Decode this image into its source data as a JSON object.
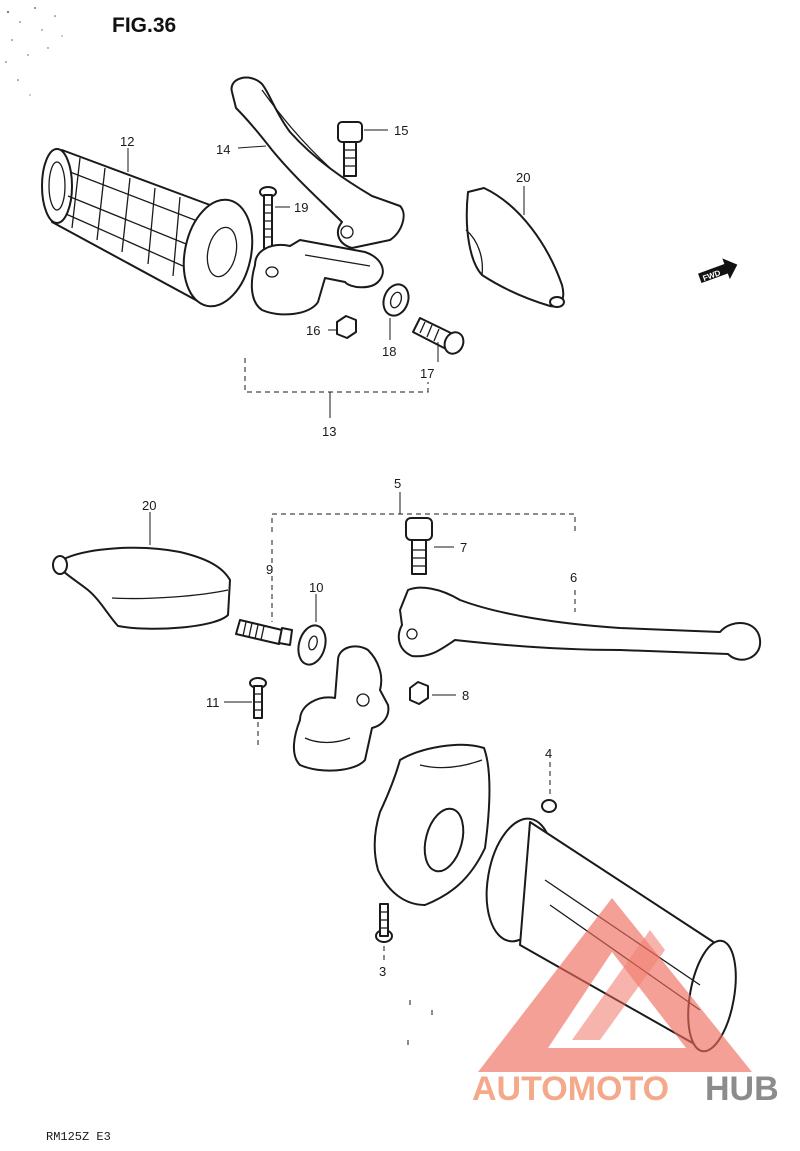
{
  "figure": {
    "title": "FIG.36",
    "model": "RM125Z  E3",
    "fwd_badge": "FWD"
  },
  "callouts": {
    "c3": "3",
    "c4": "4",
    "c5": "5",
    "c6": "6",
    "c7": "7",
    "c8": "8",
    "c9": "9",
    "c10": "10",
    "c11": "11",
    "c12": "12",
    "c13": "13",
    "c14": "14",
    "c15": "15",
    "c16": "16",
    "c17": "17",
    "c18": "18",
    "c19": "19",
    "c20a": "20",
    "c20b": "20"
  },
  "watermark": {
    "word_1": "AUTOMOTO",
    "word_2": "HUB",
    "color_1": "#f4a98a",
    "color_2": "#8c8c8c",
    "logo_color": "#ef6b5b"
  }
}
